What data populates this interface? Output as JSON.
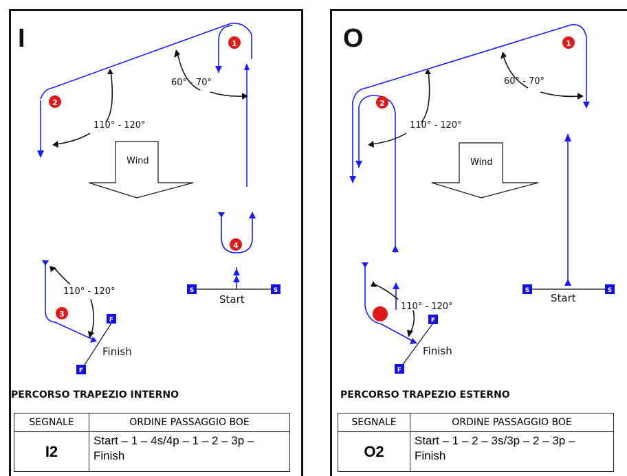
{
  "colors": {
    "course": "#1a1aff",
    "mark_red": "#e01818",
    "flag_blue": "#1010e6",
    "ink": "#111111"
  },
  "panel_i": {
    "letter": "I",
    "marks": [
      "1",
      "2",
      "3",
      "4"
    ],
    "angle_upper": "60° - 70°",
    "angle_left": "110° - 120°",
    "angle_lower": "110° - 120°",
    "wind": "Wind",
    "start": "Start",
    "finish": "Finish",
    "start_flag": "S",
    "finish_flag": "F",
    "course_title": "PERCORSO TRAPEZIO INTERNO",
    "table": {
      "col1": "SEGNALE",
      "col2": "ORDINE PASSAGGIO  BOE",
      "code": "I2",
      "order": "Start – 1 – 4s/4p – 1 – 2 – 3p – Finish"
    }
  },
  "panel_o": {
    "letter": "O",
    "marks": [
      "1",
      "2"
    ],
    "angle_upper": "60° - 70°",
    "angle_left": "110° - 120°",
    "angle_lower": "110° - 120°",
    "wind": "Wind",
    "start": "Start",
    "finish": "Finish",
    "start_flag": "S",
    "finish_flag": "F",
    "course_title": "PERCORSO TRAPEZIO ESTERNO",
    "table": {
      "col1": "SEGNALE",
      "col2": "ORDINE PASSAGGIO  BOE",
      "code": "O2",
      "order": "Start – 1 – 2 – 3s/3p – 2 – 3p – Finish"
    }
  }
}
